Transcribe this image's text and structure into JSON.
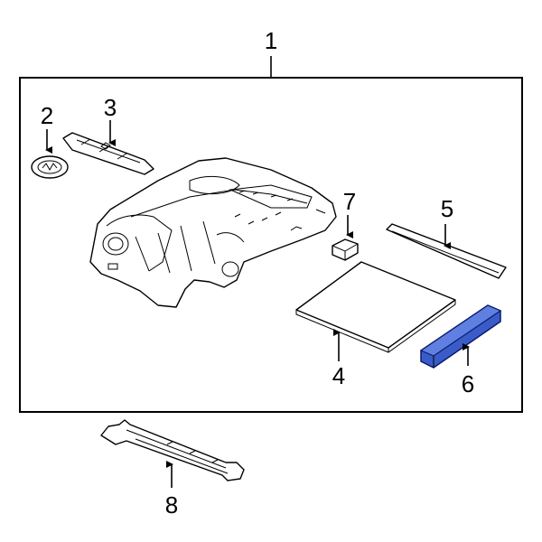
{
  "diagram": {
    "callouts": [
      {
        "label": "1"
      },
      {
        "label": "2"
      },
      {
        "label": "3"
      },
      {
        "label": "4"
      },
      {
        "label": "5"
      },
      {
        "label": "6"
      },
      {
        "label": "7"
      },
      {
        "label": "8"
      }
    ],
    "highlight_color": "#3a5cc8",
    "highlighted_part": "6"
  }
}
